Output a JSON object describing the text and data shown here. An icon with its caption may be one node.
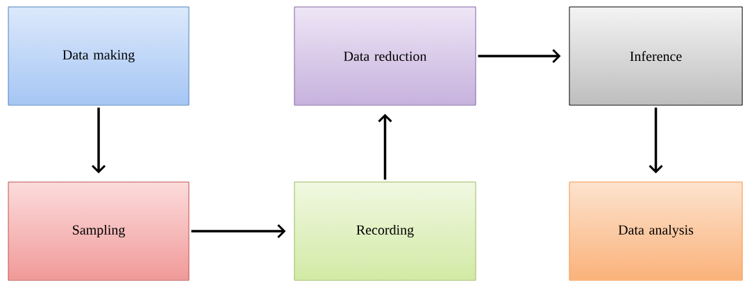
{
  "diagram": {
    "nodes": [
      {
        "text": [
          "Data making"
        ]
      },
      {
        "text": [
          "Data reduction"
        ]
      },
      {
        "text": [
          "Inference"
        ]
      },
      {
        "text": [
          "Sampling"
        ]
      },
      {
        "text": [
          "Recording"
        ]
      },
      {
        "text": [
          "Data analysis"
        ]
      }
    ],
    "edges": [
      {
        "from": 0,
        "to": 3,
        "arrow": "to"
      },
      {
        "from": 3,
        "to": 4,
        "arrow": "to"
      },
      {
        "from": 4,
        "to": 1,
        "arrow": "to"
      },
      {
        "from": 1,
        "to": 2,
        "arrow": "to"
      },
      {
        "from": 2,
        "to": 5,
        "arrow": "to"
      }
    ]
  }
}
